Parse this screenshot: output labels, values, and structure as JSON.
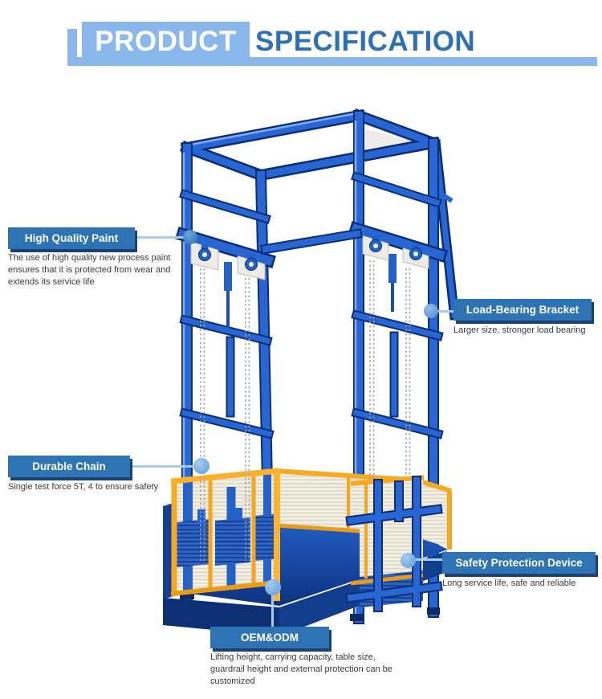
{
  "title": {
    "part1": "PRODUCT",
    "part2": "SPECIFICATION"
  },
  "callouts": {
    "paint": {
      "label": "High Quality Paint",
      "desc": "The use of high quality new process paint ensures that it is protected from wear and extends its service life"
    },
    "bracket": {
      "label": "Load-Bearing Bracket",
      "desc": "Larger size, stronger load bearing"
    },
    "chain": {
      "label": "Durable Chain",
      "desc": "Single test force 5T, 4 to ensure safety"
    },
    "safety": {
      "label": "Safety Protection Device",
      "desc": "Long service life, safe and reliable"
    },
    "oem": {
      "label": "OEM&ODM",
      "desc": "Lifting height, carrying capacity, table size, guardrail height and external protection can be customized"
    }
  },
  "illustration": {
    "subject": "guide-rail hydraulic cargo lift with yellow safety fence platform"
  },
  "colors": {
    "label_box": "#2E74B5",
    "label_shadow": "#1C4170",
    "title_light_blue": "#8AB8EC",
    "title_text_blue": "#2D70B3",
    "machine_blue": "#2766D3",
    "machine_navy": "#0B2E74",
    "fence_yellow": "#F7A91F",
    "mesh_cream": "#F2EFE5",
    "callout_line": "#A9CCEE",
    "callout_dot": "#7AAEE0",
    "desc_text": "#3A3A3A"
  }
}
